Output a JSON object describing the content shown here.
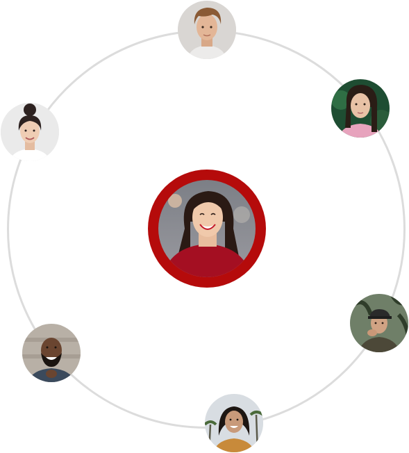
{
  "colors": {
    "accent_ring": "#b50b0b",
    "orbit_line": "#dcdcdc",
    "background": "#ffffff"
  },
  "featured_profile": {
    "description_icon": "profile-photo-woman-red-sweater"
  },
  "orbit_profiles": [
    {
      "id": "top",
      "icon": "profile-photo-young-man"
    },
    {
      "id": "upper-right",
      "icon": "profile-photo-woman-green-background"
    },
    {
      "id": "upper-left",
      "icon": "profile-photo-woman-hair-bun"
    },
    {
      "id": "right",
      "icon": "profile-photo-person-cap-palms"
    },
    {
      "id": "lower-left",
      "icon": "profile-photo-bearded-man"
    },
    {
      "id": "bottom",
      "icon": "profile-photo-woman-palm-trees"
    }
  ]
}
